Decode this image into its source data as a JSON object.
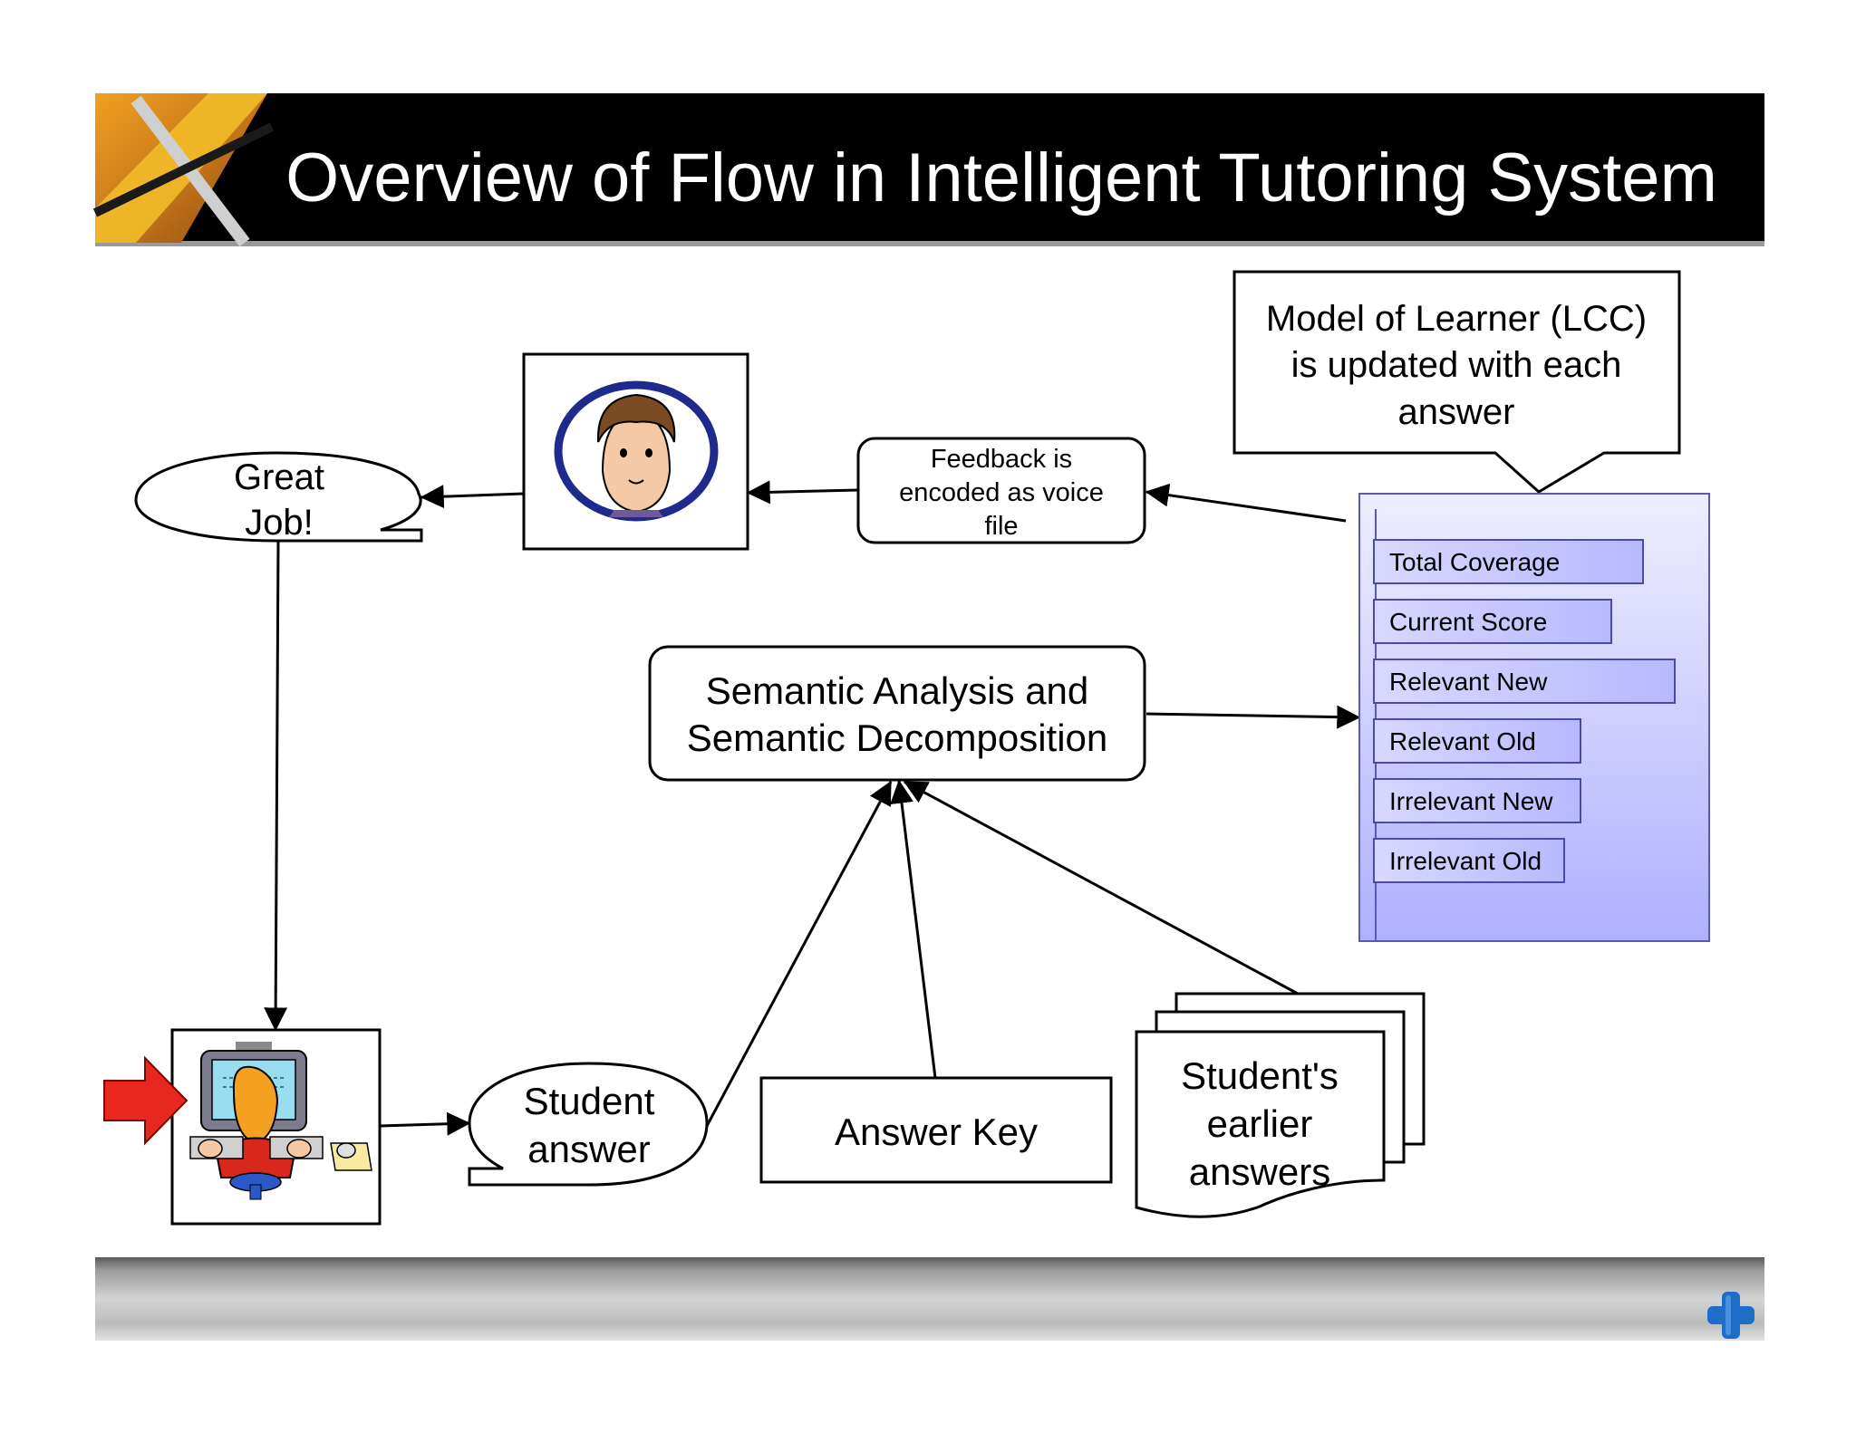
{
  "slide": {
    "title": "Overview of Flow in Intelligent Tutoring System"
  },
  "diagram": {
    "speech_bubble": {
      "lines": [
        "Great",
        "Job!"
      ]
    },
    "feedback_box": {
      "lines": [
        "Feedback is",
        "encoded as voice",
        "file"
      ]
    },
    "callout": {
      "lines": [
        "Model of Learner (LCC)",
        "is updated with each",
        "answer"
      ]
    },
    "analysis_box": {
      "lines": [
        "Semantic Analysis and",
        "Semantic Decomposition"
      ]
    },
    "learner_model_metrics": [
      "Total Coverage",
      "Current Score",
      "Relevant New",
      "Relevant Old",
      "Irrelevant New",
      "Irrelevant Old"
    ],
    "student_answer_bubble": {
      "lines": [
        "Student",
        "answer"
      ]
    },
    "answer_key": {
      "label": "Answer Key"
    },
    "earlier_answers": {
      "lines": [
        "Student's",
        "earlier",
        "answers"
      ]
    }
  },
  "colors": {
    "header_bg": "#000000",
    "header_text": "#ffffff",
    "panel_fill_top": "#e8e8ff",
    "panel_fill_bottom": "#b4b4ff",
    "panel_border": "#5a5ab4",
    "metric_fill": "#c8c8ff",
    "red_arrow": "#e8281e",
    "plus_icon": "#1e6ec8"
  }
}
